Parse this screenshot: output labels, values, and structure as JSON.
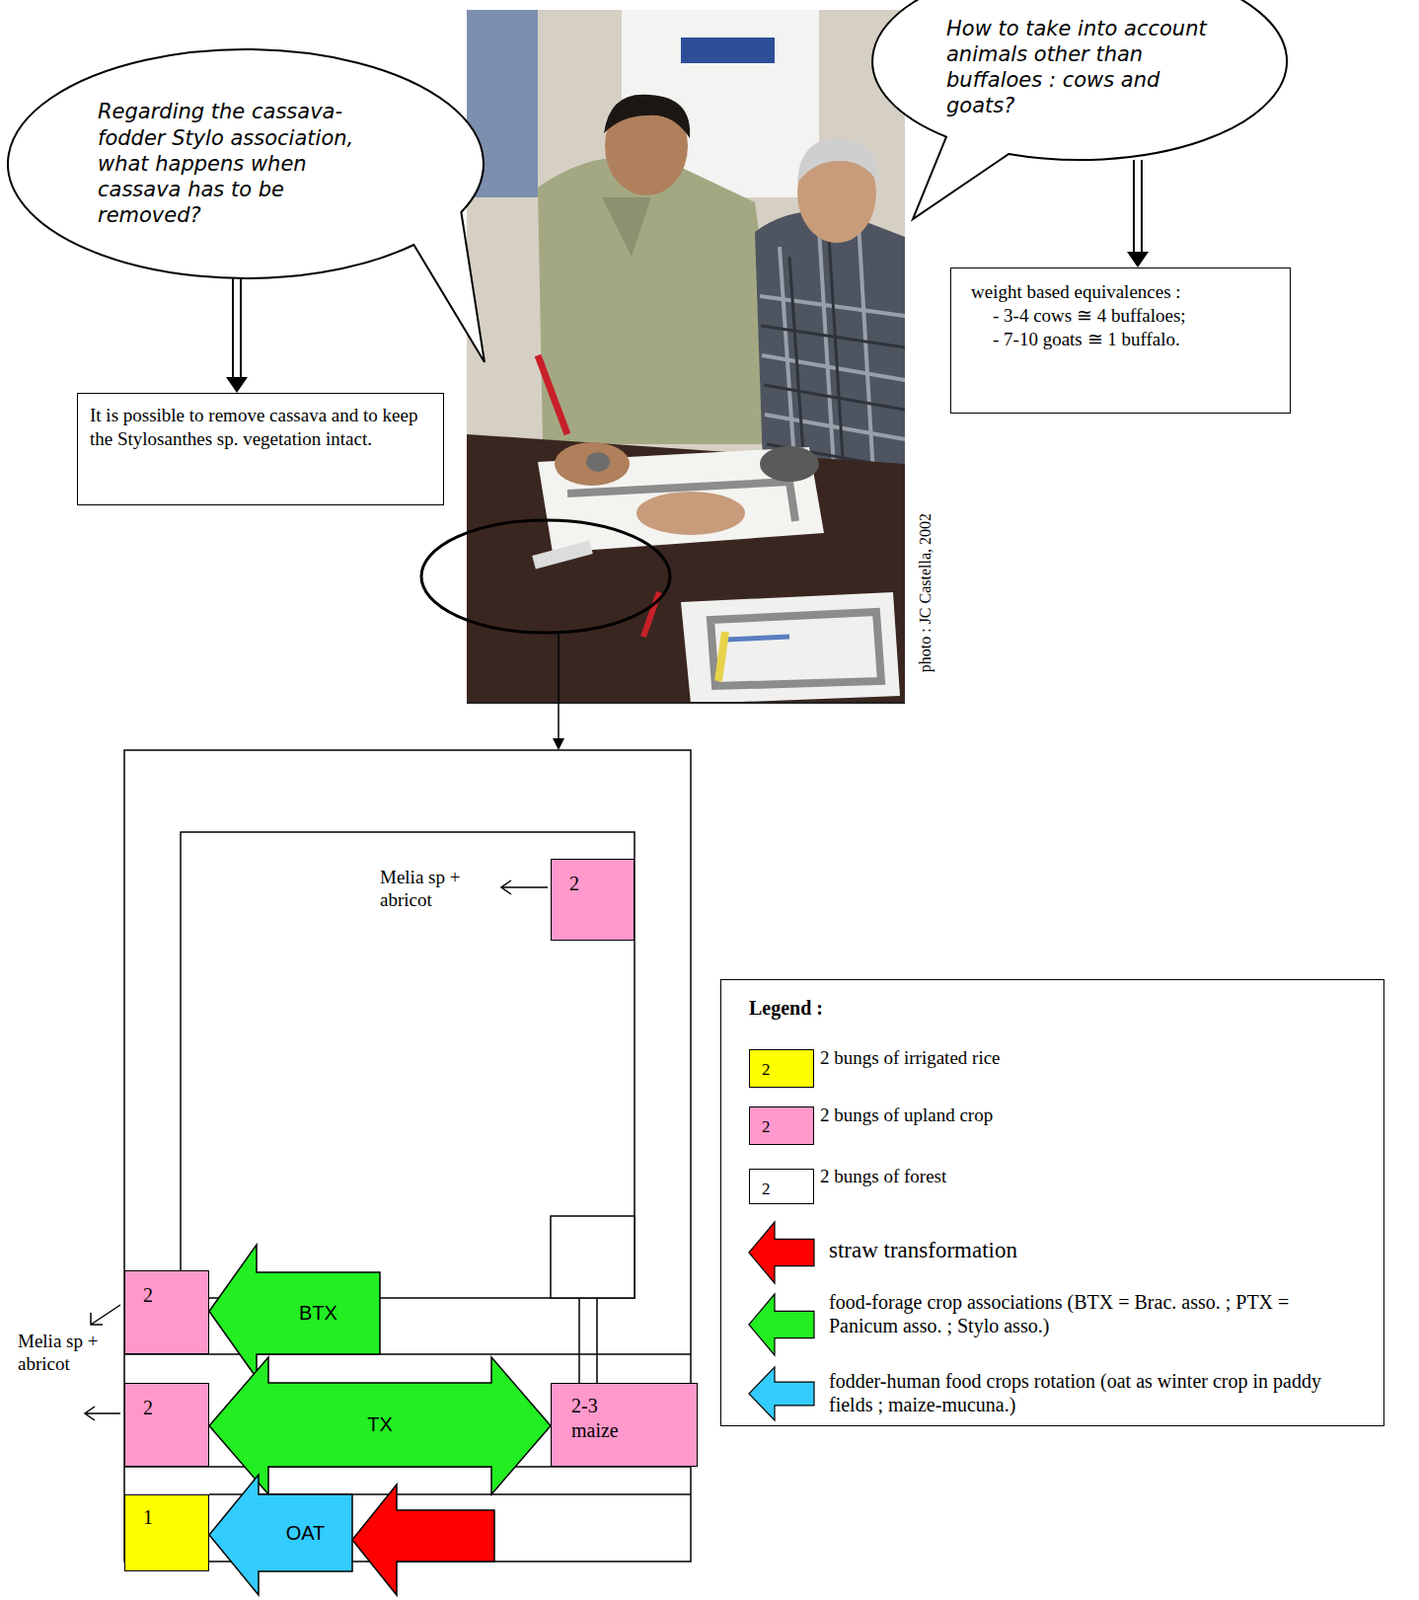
{
  "diagram": {
    "nodes": [
      {
        "text": [
          "Regarding the cassava-fodder Stylo association, what happens when cassava has to be removed?"
        ]
      },
      {
        "text": [
          "It is possible to remove cassava and to keep the Stylosanthes sp. vegetation intact."
        ]
      },
      {
        "text": [
          "How to take into account animals other than buffaloes : cows and goats?"
        ]
      },
      {
        "text": [
          "weight based equivalences :",
          "- 3-4 cows ≅ 4 buffaloes;",
          "- 7-10 goats ≅ 1 buffalo."
        ]
      },
      {
        "text": [
          "2"
        ]
      },
      {
        "text": [
          "2"
        ]
      },
      {
        "text": [
          "BTX"
        ]
      },
      {
        "text": [
          "2"
        ]
      },
      {
        "text": [
          "TX"
        ]
      },
      {
        "text": [
          "2-3 maize"
        ]
      },
      {
        "text": [
          "1"
        ]
      },
      {
        "text": [
          "OAT"
        ]
      }
    ],
    "edges": [
      {
        "from": 0,
        "to": 1,
        "arrow": "to"
      },
      {
        "from": 2,
        "to": 3,
        "arrow": "to"
      }
    ],
    "labels": [
      "photo : JC Castella, 2002",
      "Melia sp + abricot",
      "Melia sp + abricot",
      "Legend :",
      "2",
      "2",
      "2"
    ],
    "legend": [
      {
        "text": "2 bungs of irrigated rice",
        "color": "#ffff00"
      },
      {
        "text": "2 bungs of upland crop",
        "color": "#ff99cc"
      },
      {
        "text": "2 bungs of forest",
        "color": "#ffffff"
      },
      {
        "text": "straw transformation"
      },
      {
        "text": "food-forage crop associations (BTX = Brac. asso. ; PTX = Panicum asso. ; Stylo asso.)"
      },
      {
        "text": "fodder-human food crops rotation (oat as winter crop in paddy fields ; maize-mucuna.)"
      }
    ]
  }
}
